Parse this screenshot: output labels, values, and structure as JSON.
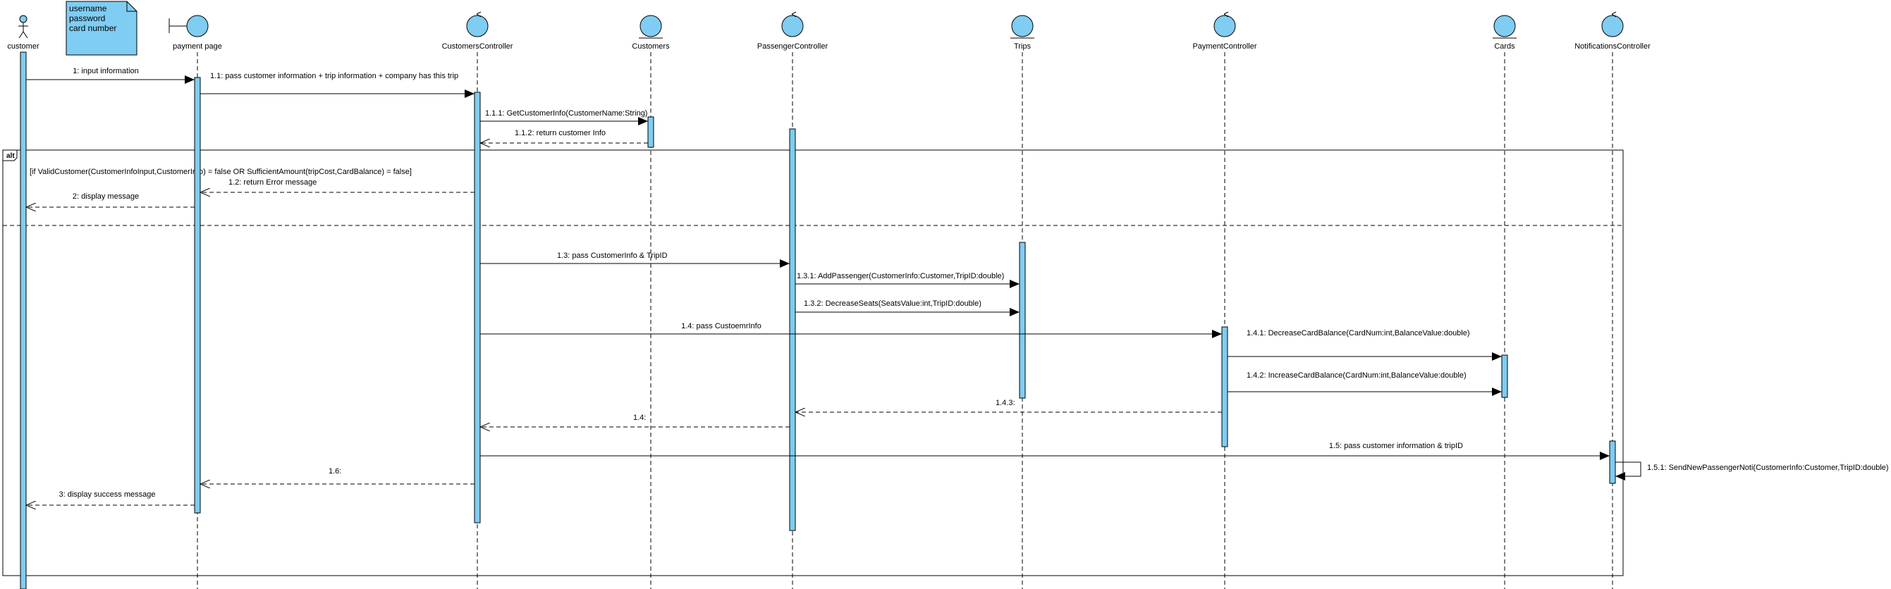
{
  "colors": {
    "accent": "#7fcdf2",
    "stroke": "#000000"
  },
  "note": {
    "lines": [
      "username",
      "password",
      "card number"
    ]
  },
  "participants": [
    {
      "id": "customer",
      "name": "customer",
      "kind": "actor"
    },
    {
      "id": "payment-page",
      "name": "payment page",
      "kind": "boundary"
    },
    {
      "id": "customers-controller",
      "name": "CustomersController",
      "kind": "control"
    },
    {
      "id": "customers",
      "name": "Customers",
      "kind": "entity"
    },
    {
      "id": "passenger-controller",
      "name": "PassengerController",
      "kind": "control"
    },
    {
      "id": "trips",
      "name": "Trips",
      "kind": "entity"
    },
    {
      "id": "payment-controller",
      "name": "PaymentController",
      "kind": "control"
    },
    {
      "id": "cards",
      "name": "Cards",
      "kind": "entity"
    },
    {
      "id": "notifications-controller",
      "name": "NotificationsController",
      "kind": "control"
    }
  ],
  "fragment": {
    "operator": "alt",
    "guard": "[if ValidCustomer(CustomerInfoInput,CustomerInfo) = false OR SufficientAmount(tripCost,CardBalance) = false]"
  },
  "messages": [
    {
      "label": "1: input information",
      "kind": "sync"
    },
    {
      "label": "1.1: pass customer information + trip information + company has this trip",
      "kind": "sync"
    },
    {
      "label": "1.1.1: GetCustomerInfo(CustomerName:String)",
      "kind": "sync"
    },
    {
      "label": "1.1.2: return customer Info",
      "kind": "return"
    },
    {
      "label": "1.2: return Error message",
      "kind": "return"
    },
    {
      "label": "2: display message",
      "kind": "return"
    },
    {
      "label": "1.3: pass CustomerInfo & TripID",
      "kind": "sync"
    },
    {
      "label": "1.3.1: AddPassenger(CustomerInfo:Customer,TripID:double)",
      "kind": "sync"
    },
    {
      "label": "1.3.2: DecreaseSeats(SeatsValue:int,TripID:double)",
      "kind": "sync"
    },
    {
      "label": "1.4: pass CustoemrInfo",
      "kind": "sync"
    },
    {
      "label": "1.4.1: DecreaseCardBalance(CardNum:int,BalanceValue:double)",
      "kind": "sync"
    },
    {
      "label": "1.4.2: IncreaseCardBalance(CardNum:int,BalanceValue:double)",
      "kind": "sync"
    },
    {
      "label": "1.4.3:",
      "kind": "return"
    },
    {
      "label": "1.4:",
      "kind": "return"
    },
    {
      "label": "1.5: pass customer information & tripID",
      "kind": "sync"
    },
    {
      "label": "1.5.1: SendNewPassengerNoti(CustomerInfo:Customer,TripID:double)",
      "kind": "self"
    },
    {
      "label": "1.6:",
      "kind": "return"
    },
    {
      "label": "3: display success message",
      "kind": "return"
    }
  ]
}
